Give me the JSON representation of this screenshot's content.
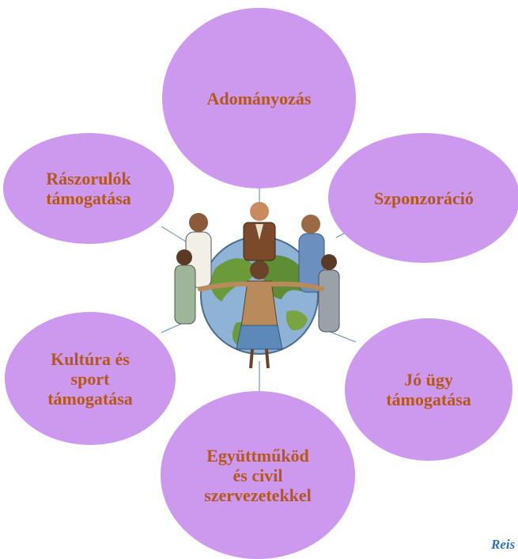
{
  "diagram": {
    "bubbles": [
      {
        "key": "top",
        "label": "Adományozás"
      },
      {
        "key": "right-top",
        "label": "Szponzoráció"
      },
      {
        "key": "right-bottom",
        "label": "Jó ügy\ntámogatása"
      },
      {
        "key": "bottom",
        "label": "Együttműköd\nés civil\nszervezetekkel"
      },
      {
        "key": "left-bottom",
        "label": "Kultúra és\nsport\ntámogatása"
      },
      {
        "key": "left-top",
        "label": "Rászorulók\ntámogatása"
      }
    ],
    "center_image": "people-holding-hands-around-globe",
    "footer_partial_text": "Reis",
    "colors": {
      "bubble_fill": "#cc99ee",
      "label_text": "#b5571b",
      "connector": "#7aa2c8",
      "footer": "#2f6fc8"
    }
  }
}
